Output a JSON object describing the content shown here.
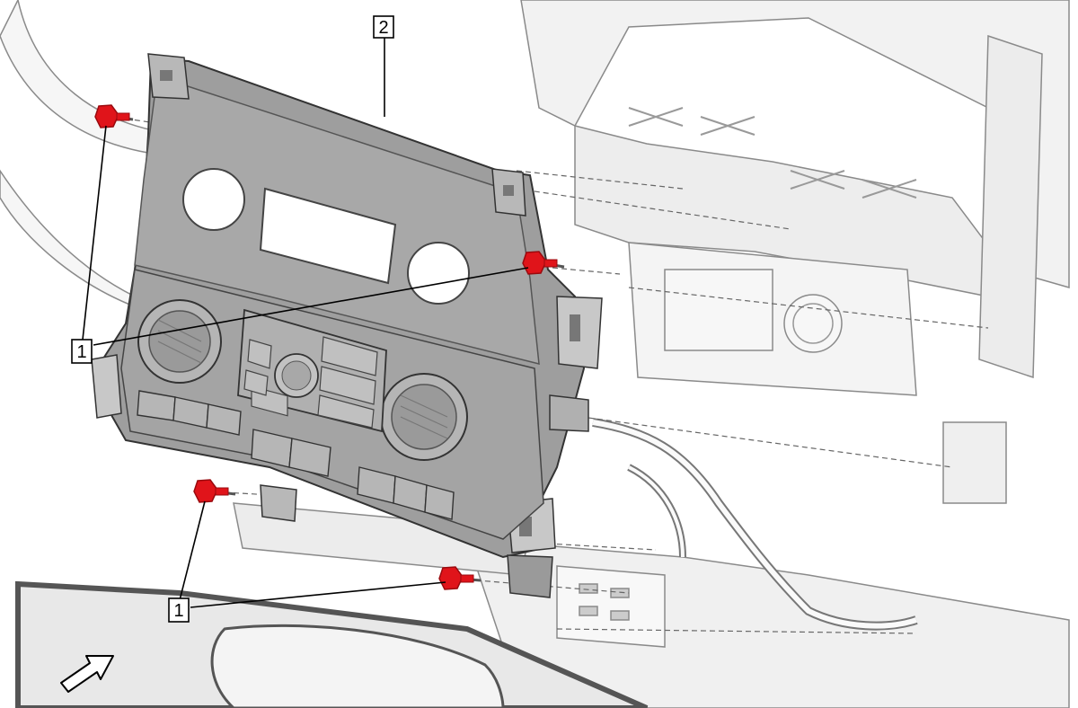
{
  "callouts": [
    {
      "id": "callout-1-left",
      "label": "1"
    },
    {
      "id": "callout-1-bottom",
      "label": "1"
    },
    {
      "id": "callout-2-top",
      "label": "2"
    }
  ],
  "colors": {
    "fastener": "#e0141a",
    "fastener_dark": "#9a0a0e",
    "part_fill": "#9a9a9a",
    "part_dark": "#6e6e6e",
    "part_light": "#c4c4c4",
    "background_parts": "#f0f0f0",
    "outline": "#333333"
  },
  "icons": {
    "view_direction": "arrow-right-up-icon",
    "fastener": "screw-icon"
  }
}
